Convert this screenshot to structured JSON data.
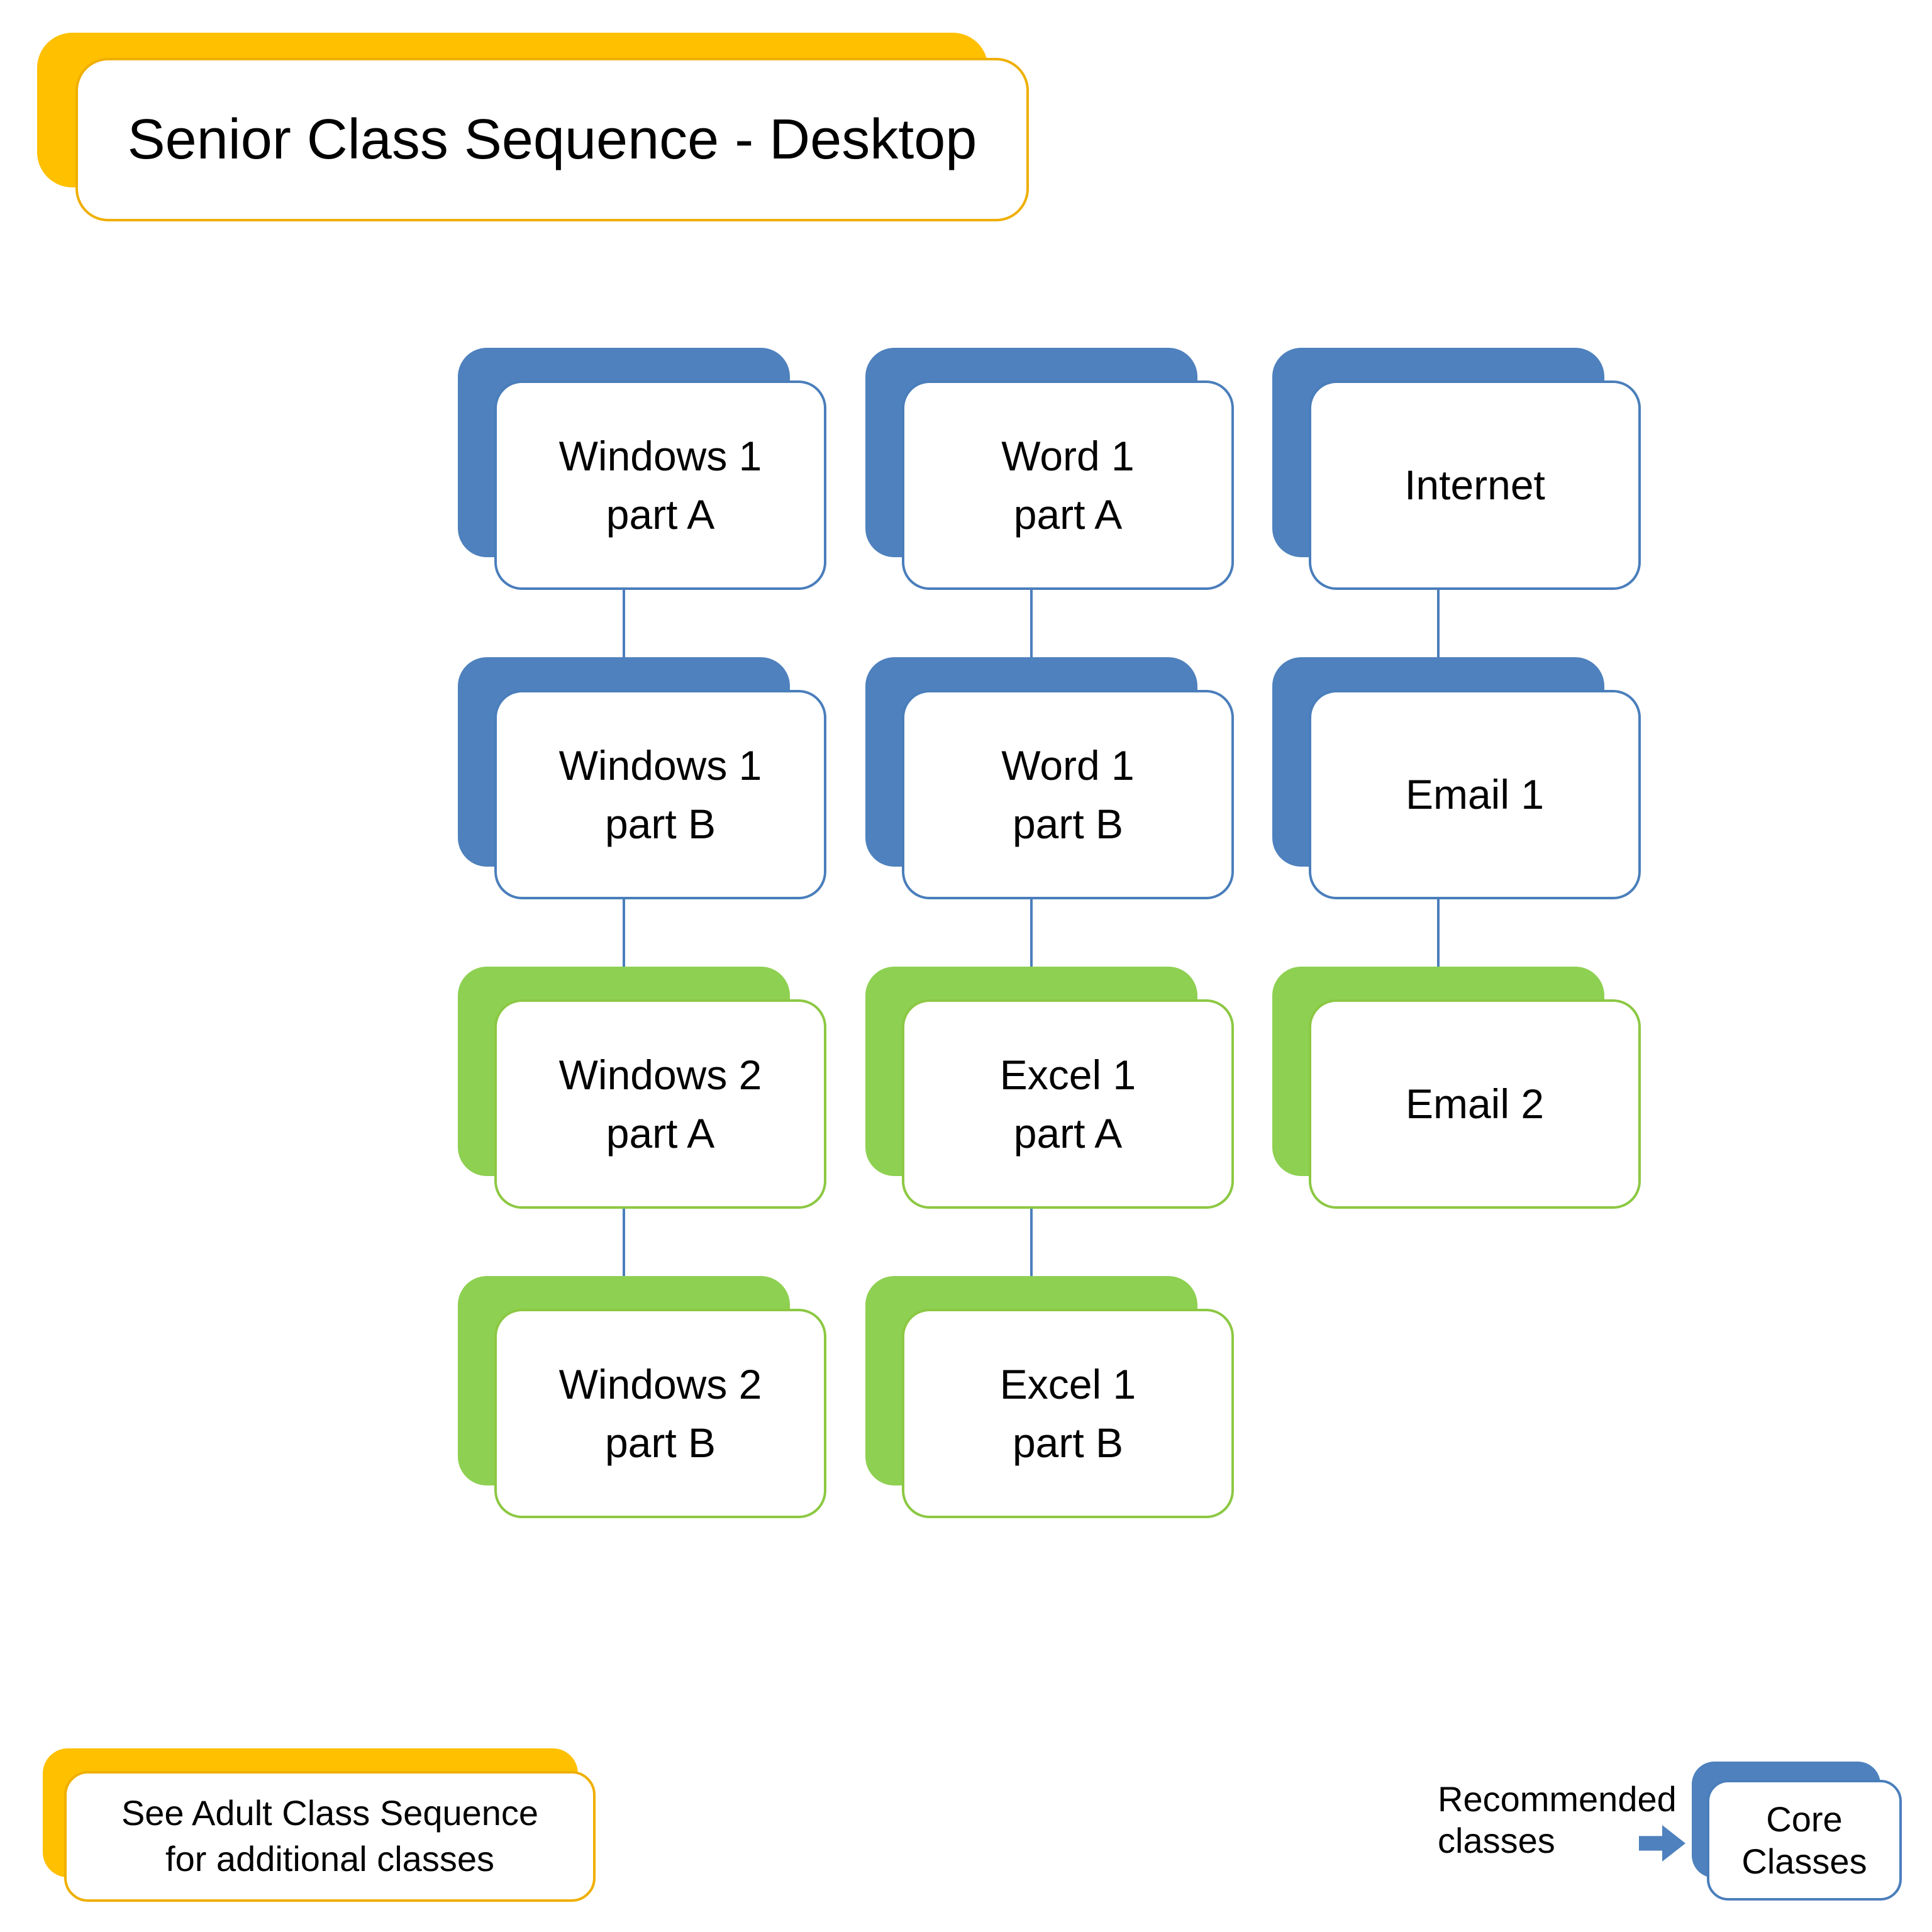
{
  "page": {
    "title": "Senior Class Sequence - Desktop"
  },
  "colors": {
    "blue": "#4E81BD",
    "blue-border": "#4A7EBB",
    "green": "#8ED052",
    "green-border": "#8CC843",
    "yellow": "#FFC000",
    "yellow-border": "#EFAF00",
    "connector": "#4A7EBB",
    "text": "#000000",
    "background": "#FFFFFF"
  },
  "columns": [
    {
      "name": "windows-track",
      "boxes": [
        {
          "lines": [
            "Windows 1",
            "part A"
          ],
          "scheme": "blue"
        },
        {
          "lines": [
            "Windows 1",
            "part B"
          ],
          "scheme": "blue"
        },
        {
          "lines": [
            "Windows 2",
            "part A"
          ],
          "scheme": "green"
        },
        {
          "lines": [
            "Windows 2",
            "part B"
          ],
          "scheme": "green"
        }
      ]
    },
    {
      "name": "word-excel-track",
      "boxes": [
        {
          "lines": [
            "Word 1",
            "part A"
          ],
          "scheme": "blue"
        },
        {
          "lines": [
            "Word 1",
            "part B"
          ],
          "scheme": "blue"
        },
        {
          "lines": [
            "Excel 1",
            "part A"
          ],
          "scheme": "green"
        },
        {
          "lines": [
            "Excel 1",
            "part B"
          ],
          "scheme": "green"
        }
      ]
    },
    {
      "name": "internet-email-track",
      "boxes": [
        {
          "lines": [
            "Internet",
            ""
          ],
          "scheme": "blue"
        },
        {
          "lines": [
            "Email 1",
            ""
          ],
          "scheme": "blue"
        },
        {
          "lines": [
            "Email 2",
            ""
          ],
          "scheme": "green"
        }
      ]
    }
  ],
  "note": {
    "lines": [
      "See Adult Class Sequence",
      "for additional classes"
    ]
  },
  "legend": {
    "label_lines": [
      "Recommended",
      "classes"
    ],
    "arrow_icon": "right-arrow",
    "core_box_lines": [
      "Core",
      "Classes"
    ]
  }
}
